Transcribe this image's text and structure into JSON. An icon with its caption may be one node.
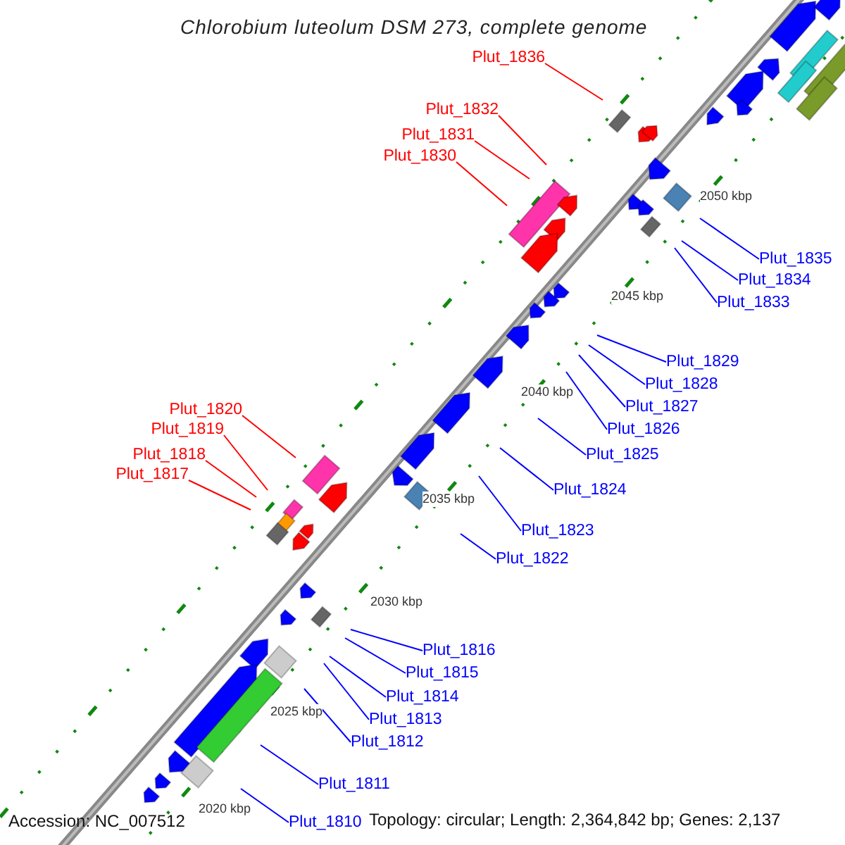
{
  "diagram": {
    "title": "Chlorobium luteolum DSM 273, complete genome",
    "nodes": [
      {
        "text": [
          "Plut_1836"
        ]
      },
      {
        "text": [
          "Plut_1832"
        ]
      },
      {
        "text": [
          "Plut_1831"
        ]
      },
      {
        "text": [
          "Plut_1830"
        ]
      },
      {
        "text": [
          "Plut_1835"
        ]
      },
      {
        "text": [
          "Plut_1834"
        ]
      },
      {
        "text": [
          "Plut_1833"
        ]
      },
      {
        "text": [
          "Plut_1829"
        ]
      },
      {
        "text": [
          "Plut_1828"
        ]
      },
      {
        "text": [
          "Plut_1827"
        ]
      },
      {
        "text": [
          "Plut_1820"
        ]
      },
      {
        "text": [
          "Plut_1826"
        ]
      },
      {
        "text": [
          "Plut_1819"
        ]
      },
      {
        "text": [
          "Plut_1825"
        ]
      },
      {
        "text": [
          "Plut_1818"
        ]
      },
      {
        "text": [
          "Plut_1817"
        ]
      },
      {
        "text": [
          "Plut_1824"
        ]
      },
      {
        "text": [
          "Plut_1823"
        ]
      },
      {
        "text": [
          "Plut_1822"
        ]
      },
      {
        "text": [
          "Plut_1816"
        ]
      },
      {
        "text": [
          "Plut_1815"
        ]
      },
      {
        "text": [
          "Plut_1814"
        ]
      },
      {
        "text": [
          "Plut_1813"
        ]
      },
      {
        "text": [
          "Plut_1812"
        ]
      },
      {
        "text": [
          "Plut_1811"
        ]
      },
      {
        "text": [
          "Plut_1810"
        ]
      }
    ],
    "edges": [
      {
        "from": 0,
        "to": null,
        "arrow": "none",
        "color": "#ff0000"
      },
      {
        "from": 1,
        "to": null,
        "arrow": "none",
        "color": "#ff0000"
      },
      {
        "from": 2,
        "to": null,
        "arrow": "none",
        "color": "#ff0000"
      },
      {
        "from": 3,
        "to": null,
        "arrow": "none",
        "color": "#ff0000"
      },
      {
        "from": 4,
        "to": null,
        "arrow": "none"
      },
      {
        "from": 5,
        "to": null,
        "arrow": "none"
      },
      {
        "from": 6,
        "to": null,
        "arrow": "none"
      },
      {
        "from": 7,
        "to": null,
        "arrow": "none"
      },
      {
        "from": 8,
        "to": null,
        "arrow": "none"
      },
      {
        "from": 9,
        "to": null,
        "arrow": "none"
      },
      {
        "from": 10,
        "to": null,
        "arrow": "none",
        "color": "#ff0000"
      },
      {
        "from": 11,
        "to": null,
        "arrow": "none"
      },
      {
        "from": 12,
        "to": null,
        "arrow": "none",
        "color": "#ff0000"
      },
      {
        "from": 13,
        "to": null,
        "arrow": "none"
      },
      {
        "from": 14,
        "to": null,
        "arrow": "none",
        "color": "#ff0000"
      },
      {
        "from": 15,
        "to": null,
        "arrow": "none",
        "color": "#ff0000"
      },
      {
        "from": 16,
        "to": null,
        "arrow": "none"
      },
      {
        "from": 17,
        "to": null,
        "arrow": "none"
      },
      {
        "from": 18,
        "to": null,
        "arrow": "none"
      },
      {
        "from": 19,
        "to": null,
        "arrow": "none"
      },
      {
        "from": 20,
        "to": null,
        "arrow": "none"
      },
      {
        "from": 21,
        "to": null,
        "arrow": "none"
      },
      {
        "from": 22,
        "to": null,
        "arrow": "none"
      },
      {
        "from": 23,
        "to": null,
        "arrow": "none"
      },
      {
        "from": 24,
        "to": null,
        "arrow": "none"
      },
      {
        "from": 25,
        "to": null,
        "arrow": "none"
      }
    ],
    "labels": [
      "2050 kbp",
      "2045 kbp",
      "2040 kbp",
      "2035 kbp",
      "2030 kbp",
      "2025 kbp",
      "2020 kbp",
      "Accession: NC_007512",
      "Topology: circular; Length: 2,364,842 bp; Genes: 2,137"
    ]
  }
}
